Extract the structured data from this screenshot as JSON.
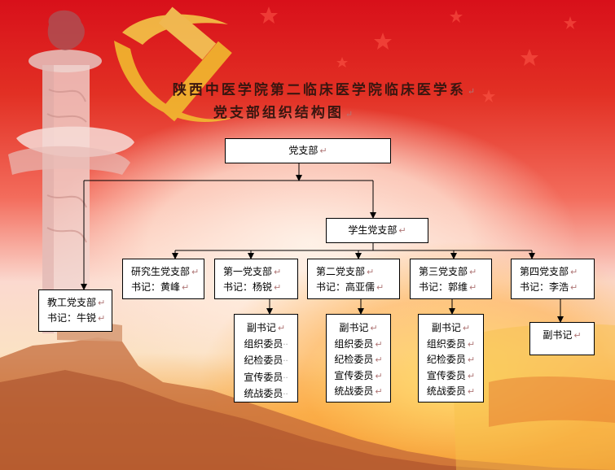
{
  "title": {
    "line1": "陕西中医学院第二临床医学院临床医学系",
    "line2": "党支部组织结构图"
  },
  "pilcrow": "↵",
  "nodes": {
    "root": {
      "label": "党支部"
    },
    "student": {
      "label": "学生党支部"
    },
    "faculty": {
      "label": "教工党支部",
      "secretary": "书记：牛锐"
    },
    "grad": {
      "label": "研究生党支部",
      "secretary": "书记：黄峰"
    },
    "branch1": {
      "label": "第一党支部",
      "secretary": "书记：杨锐"
    },
    "branch2": {
      "label": "第二党支部",
      "secretary": "书记：高亚儒"
    },
    "branch3": {
      "label": "第三党支部",
      "secretary": "书记：郭维"
    },
    "branch4": {
      "label": "第四党支部",
      "secretary": "书记：李浩"
    }
  },
  "committee": {
    "branch1": [
      "副书记",
      "组织委员",
      "纪检委员",
      "宣传委员",
      "统战委员"
    ],
    "branch2": [
      "副书记",
      "组织委员",
      "纪检委员",
      "宣传委员",
      "统战委员"
    ],
    "branch3": [
      "副书记",
      "组织委员",
      "纪检委员",
      "宣传委员",
      "统战委员"
    ],
    "branch4": [
      "副书记"
    ]
  },
  "colors": {
    "background_top": "#d8101a",
    "background_bottom": "#e98a2c",
    "emblem": "#f2c230",
    "box_fill": "#ffffff",
    "line": "#000000"
  }
}
